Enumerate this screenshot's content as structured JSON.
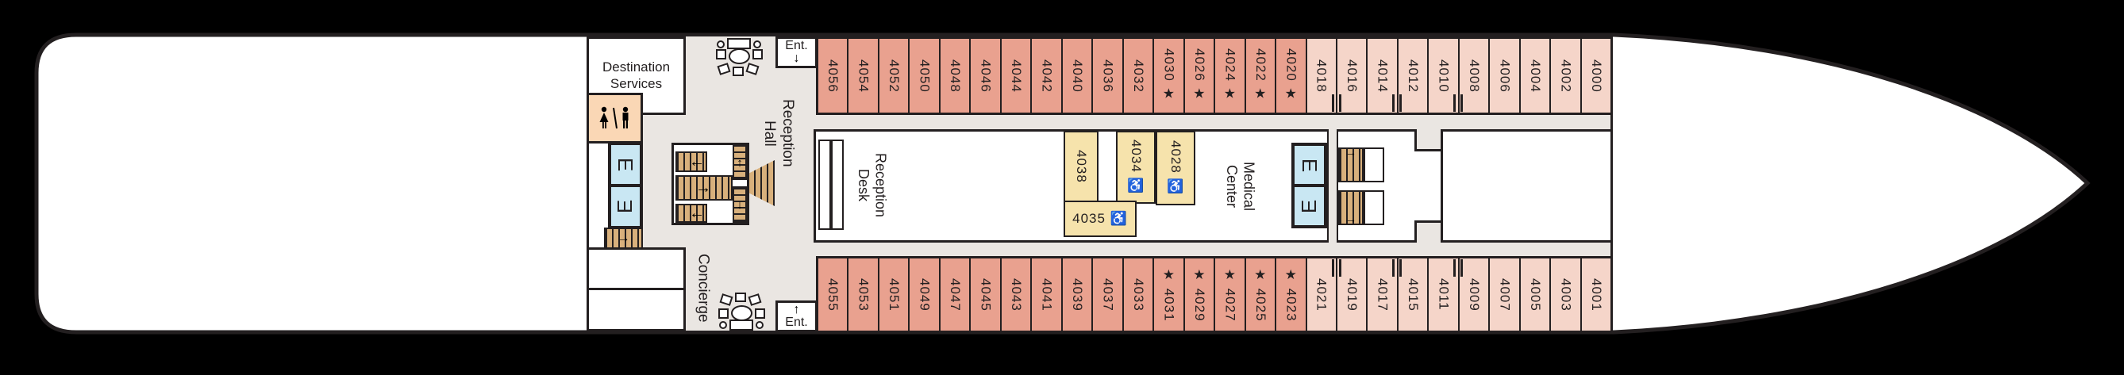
{
  "deck": {
    "labels": {
      "destination_services": "Destination\nServices",
      "reception_hall": "Reception\nHall",
      "reception_desk": "Reception\nDesk",
      "medical_center": "Medical\nCenter",
      "concierge": "Concierge",
      "entrance": "Ent.",
      "arrow_down": "↓",
      "arrow_up": "↑",
      "arrow_left": "←",
      "arrow_right": "→"
    },
    "symbols": {
      "star": "★",
      "accessible": "♿",
      "elevator": "E"
    },
    "colors": {
      "background": "#000000",
      "hull": "#FFFFFF",
      "wall": "#231F20",
      "floor": "#EAE6E2",
      "cabin_standard": "#E9A18F",
      "cabin_light": "#F5D5C9",
      "cabin_yellow": "#F6E3AC",
      "elevator_blue": "#C9E7F3",
      "restroom_peach": "#FAD7B5",
      "stair_tan": "#D8B07C"
    },
    "cabins": {
      "top": [
        {
          "n": "4056"
        },
        {
          "n": "4054"
        },
        {
          "n": "4052"
        },
        {
          "n": "4050"
        },
        {
          "n": "4048"
        },
        {
          "n": "4046"
        },
        {
          "n": "4044"
        },
        {
          "n": "4042"
        },
        {
          "n": "4040"
        },
        {
          "n": "4036"
        },
        {
          "n": "4032"
        },
        {
          "n": "4030",
          "star": true
        },
        {
          "n": "4026",
          "star": true
        },
        {
          "n": "4024",
          "star": true
        },
        {
          "n": "4022",
          "star": true
        },
        {
          "n": "4020",
          "star": true
        },
        {
          "n": "4018",
          "light": true
        },
        {
          "n": "4016",
          "light": true
        },
        {
          "n": "4014",
          "light": true
        },
        {
          "n": "4012",
          "light": true
        },
        {
          "n": "4010",
          "light": true
        },
        {
          "n": "4008",
          "light": true
        },
        {
          "n": "4006",
          "light": true
        },
        {
          "n": "4004",
          "light": true
        },
        {
          "n": "4002",
          "light": true
        },
        {
          "n": "4000",
          "light": true
        }
      ],
      "bottom": [
        {
          "n": "4055"
        },
        {
          "n": "4053"
        },
        {
          "n": "4051"
        },
        {
          "n": "4049"
        },
        {
          "n": "4047"
        },
        {
          "n": "4045"
        },
        {
          "n": "4043"
        },
        {
          "n": "4041"
        },
        {
          "n": "4039"
        },
        {
          "n": "4037"
        },
        {
          "n": "4033"
        },
        {
          "n": "4031",
          "star": true
        },
        {
          "n": "4029",
          "star": true
        },
        {
          "n": "4027",
          "star": true
        },
        {
          "n": "4025",
          "star": true
        },
        {
          "n": "4023",
          "star": true
        },
        {
          "n": "4021",
          "light": true
        },
        {
          "n": "4019",
          "light": true
        },
        {
          "n": "4017",
          "light": true
        },
        {
          "n": "4015",
          "light": true
        },
        {
          "n": "4011",
          "light": true
        },
        {
          "n": "4009",
          "light": true
        },
        {
          "n": "4007",
          "light": true
        },
        {
          "n": "4005",
          "light": true
        },
        {
          "n": "4003",
          "light": true
        },
        {
          "n": "4001",
          "light": true
        }
      ],
      "mid": [
        {
          "n": "4038"
        },
        {
          "n": "4034",
          "acc": true
        },
        {
          "n": "4028",
          "acc": true
        },
        {
          "n": "4035",
          "acc": true
        }
      ]
    },
    "connectors": {
      "top": [
        [
          "4018",
          "4016"
        ],
        [
          "4014",
          "4012"
        ],
        [
          "4010",
          "4008"
        ]
      ],
      "bottom": [
        [
          "4021",
          "4019"
        ],
        [
          "4017",
          "4015"
        ],
        [
          "4011",
          "4009"
        ]
      ]
    }
  }
}
